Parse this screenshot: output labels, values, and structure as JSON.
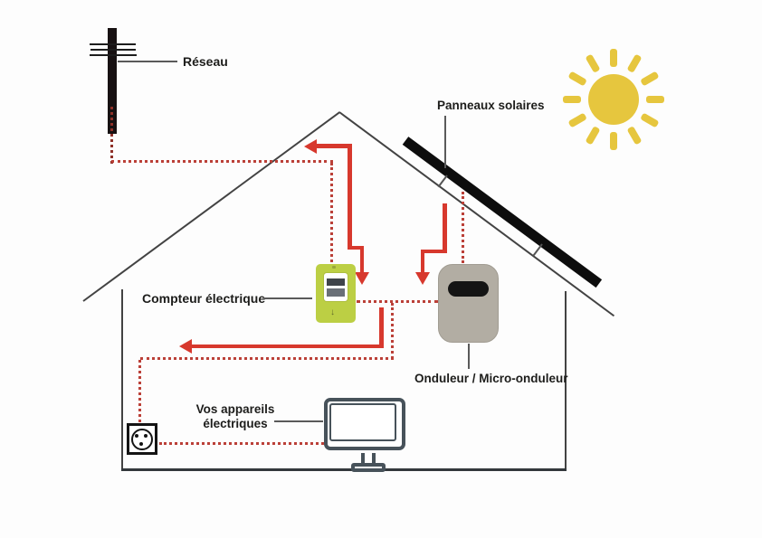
{
  "diagram": {
    "title_hint": "Residential solar self-consumption electricity flow diagram",
    "labels": {
      "grid": "Réseau",
      "solar_panels": "Panneaux solaires",
      "meter": "Compteur électrique",
      "inverter": "Onduleur / Micro-onduleur",
      "appliances_line1": "Vos appareils",
      "appliances_line2": "électriques"
    },
    "meter_glyph": "↓",
    "colors": {
      "background": "#fdfdfd",
      "solid_arrow_red": "#d7382d",
      "dotted_line_red": "#bb4038",
      "sun_yellow": "#e6c63e",
      "meter_green": "#bccf44",
      "inverter_gray": "#b2ada3",
      "monitor_slate": "#47525a",
      "house_outline": "#434343",
      "pole_black": "#171112",
      "label_text": "#1d1d1b"
    }
  }
}
